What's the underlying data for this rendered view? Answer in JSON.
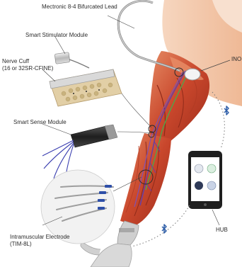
{
  "labels": {
    "lead": "Mectronic 8-4 Bifurcated Lead",
    "stimulator": "Smart Stimulator Module",
    "cuff_line1": "Nerve Cuff",
    "cuff_line2": "(16 or 32SR-CFINE)",
    "ino": "INO",
    "sense": "Smart Sense Module",
    "electrode_line1": "Intramuscular Electrode",
    "electrode_line2": "(TIM-8L)",
    "hub": "HUB"
  },
  "icons": [
    "bluetooth-icon",
    "bluetooth-icon",
    "smartphone-hub-icon"
  ],
  "colors": {
    "muscle": "#c8442a",
    "muscle_light": "#e07a55",
    "skin": "#f2c9ad",
    "nerve_purple": "#6a3fa0",
    "nerve_green": "#4fa64a",
    "bluetooth": "#2e5ea8",
    "phone": "#1f1f1f"
  }
}
